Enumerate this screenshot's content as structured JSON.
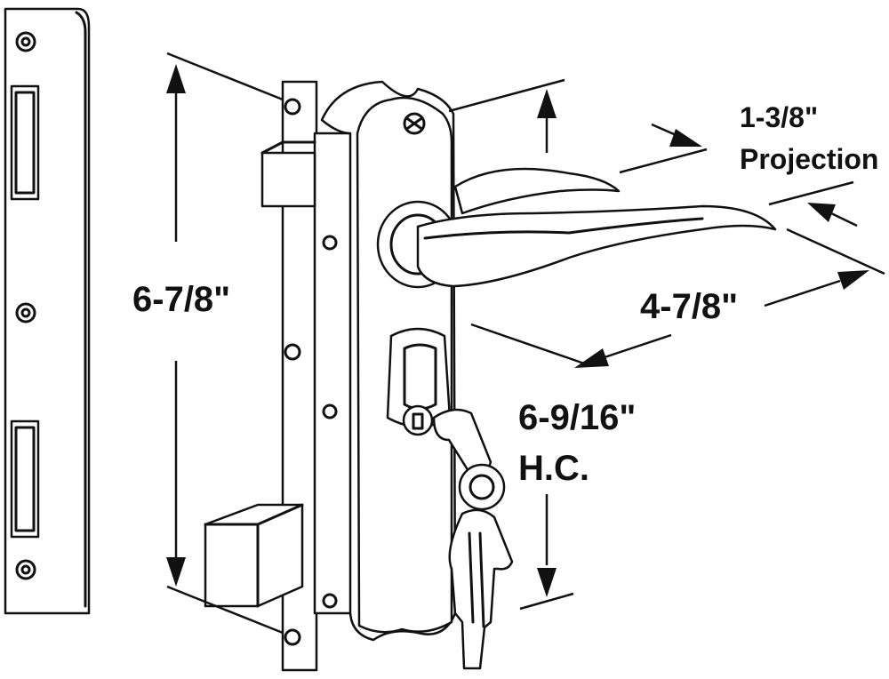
{
  "labels": {
    "total_height": "6-7/8\"",
    "projection_value": "1-3/8\"",
    "projection_word": "Projection",
    "lever_length": "4-7/8\"",
    "hole_center": "6-9/16\"",
    "hole_center_abbrev": "H.C."
  }
}
